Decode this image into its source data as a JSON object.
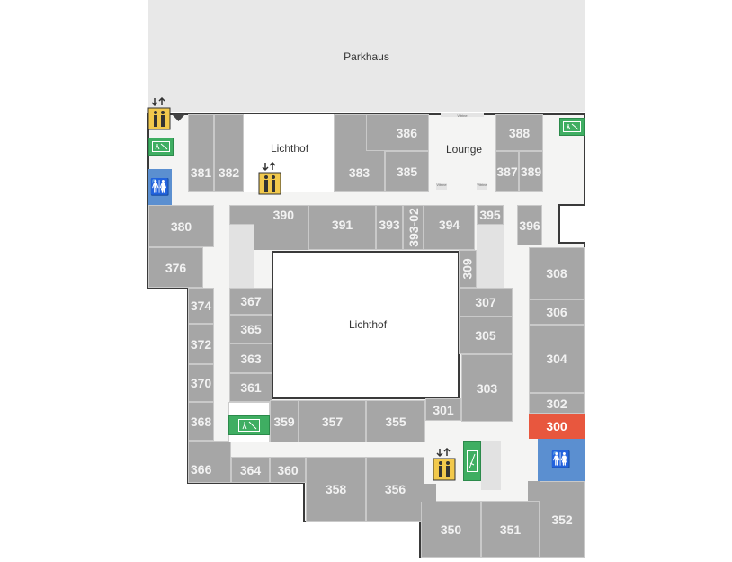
{
  "map": {
    "parking_label": "Parkhaus",
    "courtyard_top_label": "Lichthof",
    "courtyard_center_label": "Lichthof",
    "lounge_label": "Lounge",
    "showcase_label": "Vitrine",
    "highlighted_room": "300",
    "colors": {
      "room": "#a6a6a6",
      "corridor": "#f4f4f3",
      "highlight": "#e8573e",
      "restroom": "#5b8fd0",
      "exit": "#3fae62",
      "elevator": "#f2c94c",
      "parking": "#e8e8e8"
    },
    "icons": [
      "elevator-icon",
      "emergency-exit-icon",
      "restroom-icon",
      "entrance-triangle-icon"
    ]
  },
  "rooms": {
    "r381": "381",
    "r382": "382",
    "r383": "383",
    "r385": "385",
    "r386": "386",
    "r387": "387",
    "r388": "388",
    "r389": "389",
    "r380": "380",
    "r376": "376",
    "r390": "390",
    "r391": "391",
    "r393": "393",
    "r393_02": "393-02",
    "r394": "394",
    "r395": "395",
    "r396": "396",
    "r309": "309",
    "r308": "308",
    "r307": "307",
    "r306": "306",
    "r305": "305",
    "r304": "304",
    "r303": "303",
    "r302": "302",
    "r301": "301",
    "r300": "300",
    "r374": "374",
    "r372": "372",
    "r370": "370",
    "r368": "368",
    "r366": "366",
    "r367": "367",
    "r365": "365",
    "r363": "363",
    "r361": "361",
    "r359": "359",
    "r357": "357",
    "r355": "355",
    "r364": "364",
    "r360": "360",
    "r358": "358",
    "r356": "356",
    "r350": "350",
    "r351": "351",
    "r352": "352"
  }
}
